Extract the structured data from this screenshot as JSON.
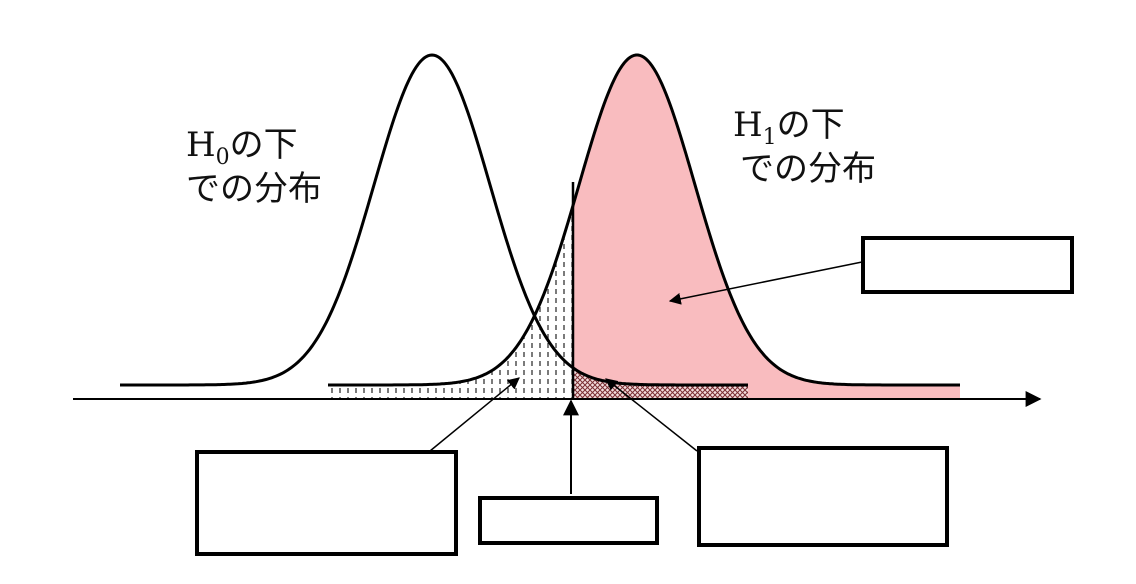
{
  "labels": {
    "h0": {
      "base": "H",
      "sub": "0",
      "line1_rest": "の下",
      "line2": "での分布"
    },
    "h1": {
      "base": "H",
      "sub": "1",
      "line1_rest": "の下",
      "line2": "での分布"
    }
  },
  "colors": {
    "h1_fill": "#f9bcbf",
    "line": "#000000",
    "box_border": "#000000",
    "hatch": "#333333"
  }
}
